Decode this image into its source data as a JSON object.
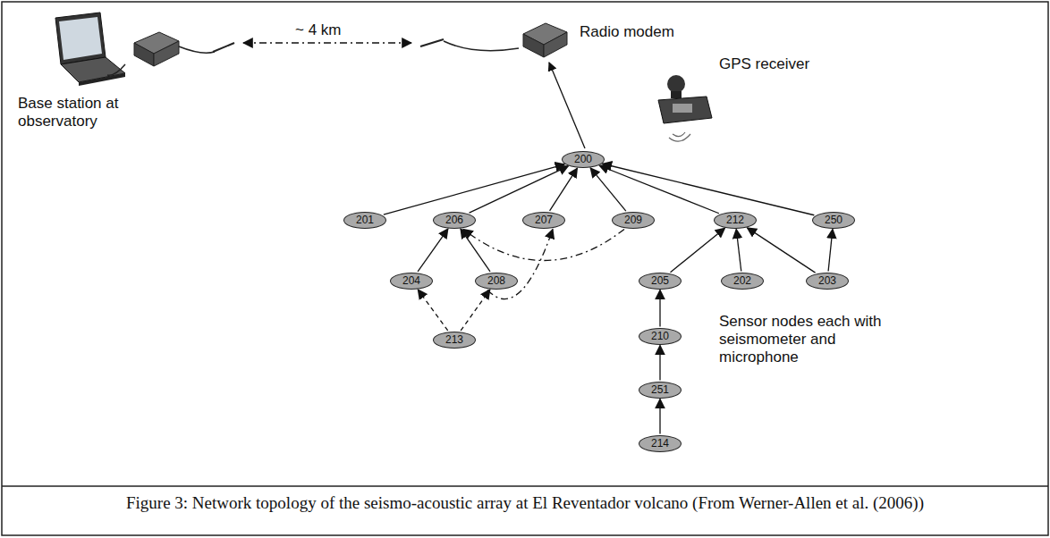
{
  "diagram": {
    "caption": "Figure 3: Network topology of the seismo-acoustic array at El Reventador volcano (From Werner-Allen et al. (2006))",
    "nodes": [
      {
        "text": [
          "200"
        ]
      },
      {
        "text": [
          "201"
        ]
      },
      {
        "text": [
          "206"
        ]
      },
      {
        "text": [
          "207"
        ]
      },
      {
        "text": [
          "209"
        ]
      },
      {
        "text": [
          "212"
        ]
      },
      {
        "text": [
          "250"
        ]
      },
      {
        "text": [
          "204"
        ]
      },
      {
        "text": [
          "208"
        ]
      },
      {
        "text": [
          "213"
        ]
      },
      {
        "text": [
          "205"
        ]
      },
      {
        "text": [
          "202"
        ]
      },
      {
        "text": [
          "203"
        ]
      },
      {
        "text": [
          "210"
        ]
      },
      {
        "text": [
          "251"
        ]
      },
      {
        "text": [
          "214"
        ]
      }
    ],
    "edges": [
      {
        "from": 1,
        "to": 0,
        "arrow": "to"
      },
      {
        "from": 2,
        "to": 0,
        "arrow": "to"
      },
      {
        "from": 3,
        "to": 0,
        "arrow": "to"
      },
      {
        "from": 4,
        "to": 0,
        "arrow": "to"
      },
      {
        "from": 5,
        "to": 0,
        "arrow": "to"
      },
      {
        "from": 6,
        "to": 0,
        "arrow": "to"
      },
      {
        "from": 7,
        "to": 2,
        "arrow": "to"
      },
      {
        "from": 8,
        "to": 2,
        "arrow": "to"
      },
      {
        "from": 9,
        "to": 7,
        "arrow": "to"
      },
      {
        "from": 9,
        "to": 8,
        "arrow": "to"
      },
      {
        "from": 4,
        "to": 2,
        "arrow": "to"
      },
      {
        "from": 8,
        "to": 3,
        "arrow": "to"
      },
      {
        "from": 10,
        "to": 5,
        "arrow": "to"
      },
      {
        "from": 11,
        "to": 5,
        "arrow": "to"
      },
      {
        "from": 12,
        "to": 5,
        "arrow": "to"
      },
      {
        "from": 12,
        "to": 6,
        "arrow": "to"
      },
      {
        "from": 13,
        "to": 10,
        "arrow": "to"
      },
      {
        "from": 14,
        "to": 13,
        "arrow": "to"
      },
      {
        "from": 15,
        "to": 14,
        "arrow": "to"
      }
    ],
    "labels": [
      "~ 4 km",
      "Radio modem",
      "GPS receiver",
      "Base station at observatory",
      "Sensor nodes each with seismometer and microphone"
    ]
  }
}
